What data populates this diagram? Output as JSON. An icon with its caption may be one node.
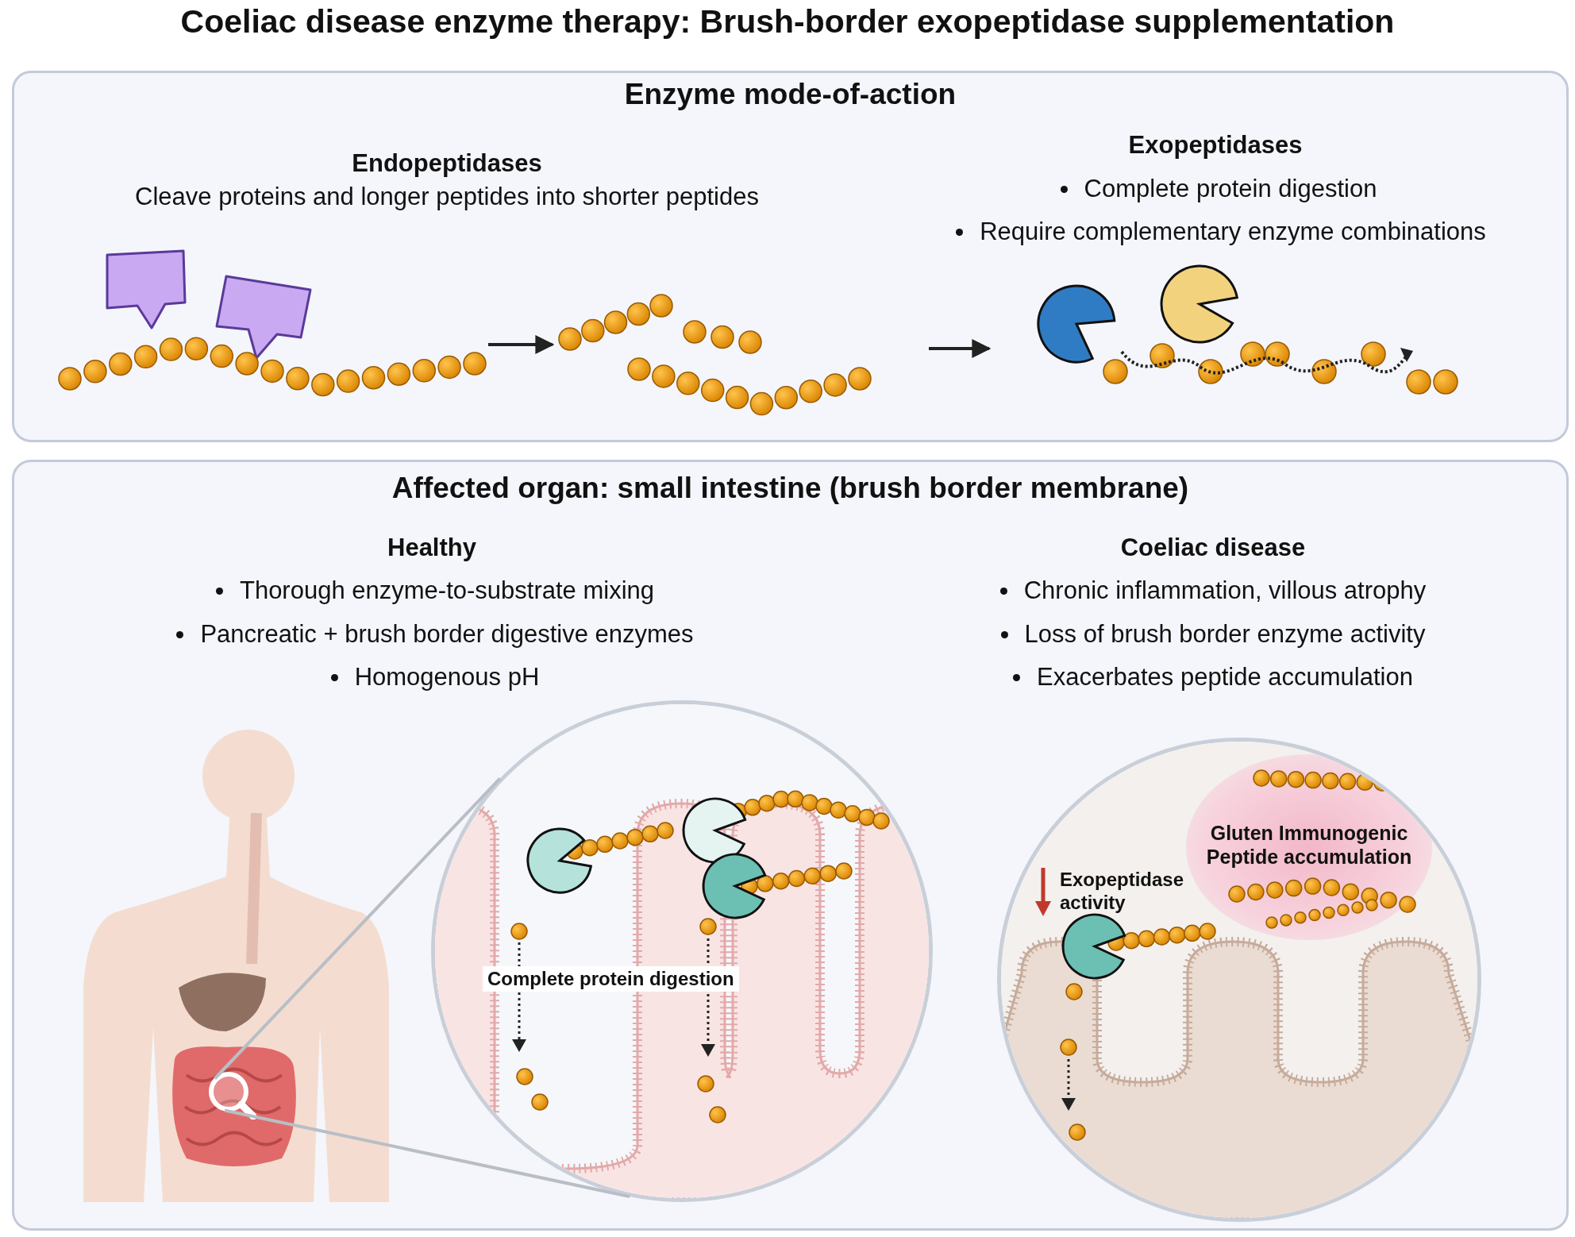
{
  "diagram": {
    "title": "Coeliac disease enzyme therapy: Brush-border exopeptidase supplementation",
    "nodes": [
      {
        "text": [
          "Enzyme mode-of-action"
        ]
      },
      {
        "text": [],
        "shape": "picture",
        "in": 0
      },
      {
        "text": [],
        "shape": "picture",
        "in": 0
      },
      {
        "text": [],
        "shape": "picture",
        "in": 0
      },
      {
        "text": [
          "Affected organ: small intestine (brush border membrane)"
        ]
      },
      {
        "text": [],
        "shape": "picture",
        "in": 4
      },
      {
        "text": [],
        "shape": "circle",
        "in": 5
      },
      {
        "text": [
          "Complete protein digestion"
        ],
        "in": 4
      },
      {
        "text": [
          "Exopeptidase activity"
        ],
        "in": 4
      },
      {
        "text": [
          "Gluten Immunogenic Peptide accumulation"
        ],
        "in": 8
      }
    ],
    "edges": [
      {
        "from": 1,
        "to": 2,
        "arrow": "to"
      },
      {
        "from": 2,
        "to": 3,
        "arrow": "to"
      },
      {
        "from": 6,
        "to": 7,
        "arrow": "none",
        "color": "#b9bec6"
      },
      {
        "from": 6,
        "to": 7,
        "arrow": "none",
        "color": "#b9bec6"
      }
    ],
    "labels": [
      "Endopeptidases",
      "Cleave proteins and longer peptides into shorter peptides",
      "Exopeptidases",
      "Complete protein digestion",
      "Require complementary enzyme combinations",
      "Healthy",
      "Thorough enzyme-to-substrate mixing",
      "Pancreatic + brush border digestive enzymes",
      "Homogenous pH",
      "Coeliac disease",
      "Chronic inflammation, villous atrophy",
      "Loss of brush border enzyme activity",
      "Exacerbates peptide accumulation"
    ]
  }
}
